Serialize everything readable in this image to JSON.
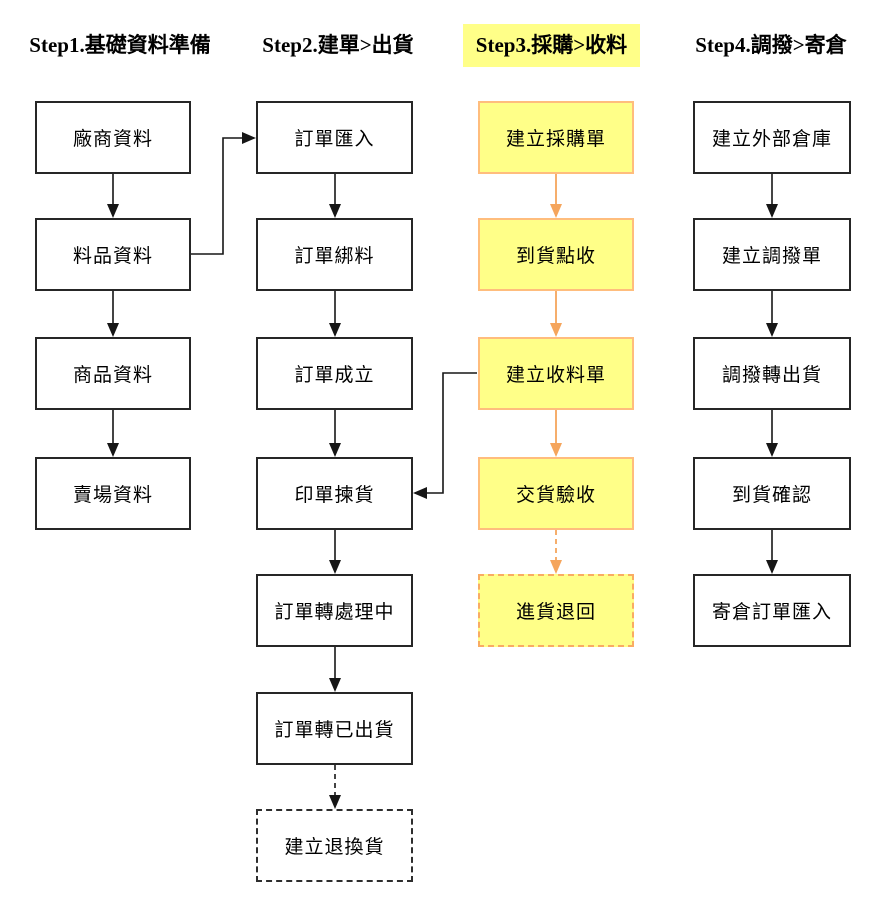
{
  "diagram": {
    "columns": [
      {
        "id": "step1",
        "header": "Step1.基礎資料準備",
        "highlighted": false,
        "boxes": [
          {
            "label": "廠商資料",
            "style": "solid"
          },
          {
            "label": "料品資料",
            "style": "solid"
          },
          {
            "label": "商品資料",
            "style": "solid"
          },
          {
            "label": "賣場資料",
            "style": "solid"
          }
        ]
      },
      {
        "id": "step2",
        "header": "Step2.建單>出貨",
        "highlighted": false,
        "boxes": [
          {
            "label": "訂單匯入",
            "style": "solid"
          },
          {
            "label": "訂單綁料",
            "style": "solid"
          },
          {
            "label": "訂單成立",
            "style": "solid"
          },
          {
            "label": "印單揀貨",
            "style": "solid"
          },
          {
            "label": "訂單轉處理中",
            "style": "solid"
          },
          {
            "label": "訂單轉已出貨",
            "style": "solid"
          },
          {
            "label": "建立退換貨",
            "style": "dashed"
          }
        ]
      },
      {
        "id": "step3",
        "header": "Step3.採購>收料",
        "highlighted": true,
        "boxes": [
          {
            "label": "建立採購單",
            "style": "solid-yellow"
          },
          {
            "label": "到貨點收",
            "style": "solid-yellow"
          },
          {
            "label": "建立收料單",
            "style": "solid-yellow"
          },
          {
            "label": "交貨驗收",
            "style": "solid-yellow"
          },
          {
            "label": "進貨退回",
            "style": "dashed-yellow"
          }
        ]
      },
      {
        "id": "step4",
        "header": "Step4.調撥>寄倉",
        "highlighted": false,
        "boxes": [
          {
            "label": "建立外部倉庫",
            "style": "solid"
          },
          {
            "label": "建立調撥單",
            "style": "solid"
          },
          {
            "label": "調撥轉出貨",
            "style": "solid"
          },
          {
            "label": "到貨確認",
            "style": "solid"
          },
          {
            "label": "寄倉訂單匯入",
            "style": "solid"
          }
        ]
      }
    ],
    "cross_links": [
      {
        "from": "料品資料",
        "to": "訂單匯入",
        "style": "solid-black"
      },
      {
        "from": "建立收料單",
        "to": "印單揀貨",
        "style": "solid-black"
      }
    ],
    "colors": {
      "background": "#FFFFFF",
      "box_border": "#262626",
      "text": "#000000",
      "highlight_fill": "#FFFF88",
      "highlight_border": "#FFBD7D",
      "orange_arrow": "#F5A55C",
      "black_arrow": "#161616"
    }
  }
}
